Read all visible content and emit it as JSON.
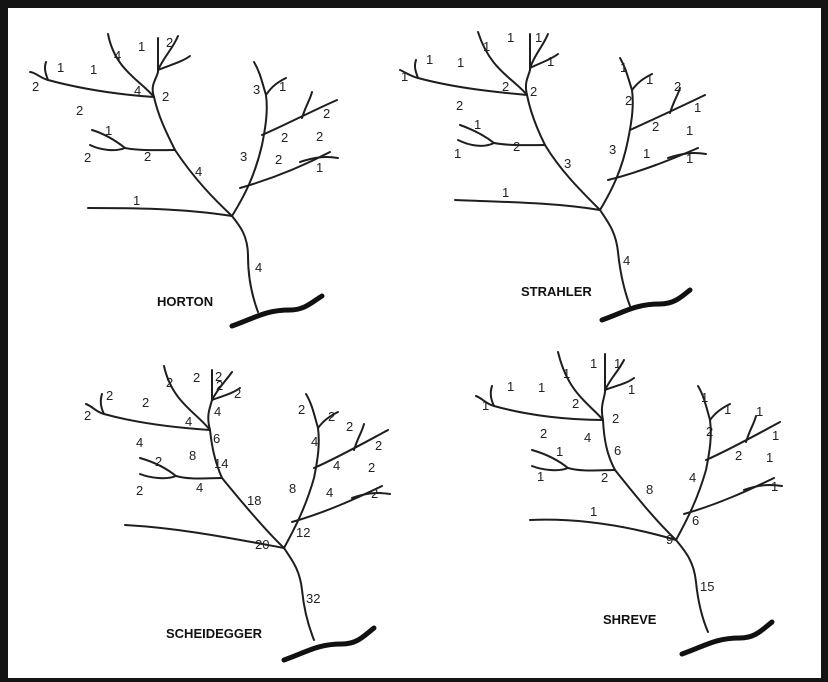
{
  "panels": [
    {
      "title": "HORTON",
      "labels": [
        "1",
        "2",
        "4",
        "1",
        "2",
        "1",
        "4",
        "2",
        "2",
        "1",
        "2",
        "2",
        "4",
        "3",
        "1",
        "2",
        "2",
        "3",
        "2",
        "2",
        "1",
        "1",
        "4"
      ]
    },
    {
      "title": "STRAHLER",
      "labels": [
        "1",
        "1",
        "1",
        "1",
        "1",
        "1",
        "1",
        "2",
        "2",
        "2",
        "1",
        "1",
        "2",
        "3",
        "1",
        "1",
        "2",
        "2",
        "1",
        "1",
        "3",
        "2",
        "1",
        "1",
        "1",
        "4"
      ]
    },
    {
      "title": "SCHEIDEGGER",
      "labels": [
        "2",
        "2",
        "2",
        "2",
        "2",
        "2",
        "2",
        "2",
        "4",
        "4",
        "4",
        "6",
        "8",
        "14",
        "2",
        "2",
        "4",
        "18",
        "2",
        "2",
        "4",
        "2",
        "8",
        "4",
        "2",
        "4",
        "2",
        "12",
        "2",
        "20",
        "32"
      ]
    },
    {
      "title": "SHREVE",
      "labels": [
        "1",
        "1",
        "1",
        "1",
        "1",
        "1",
        "1",
        "2",
        "2",
        "1",
        "4",
        "1",
        "6",
        "2",
        "2",
        "1",
        "8",
        "1",
        "1",
        "2",
        "1",
        "4",
        "2",
        "1",
        "1",
        "6",
        "9",
        "1",
        "15"
      ]
    }
  ]
}
